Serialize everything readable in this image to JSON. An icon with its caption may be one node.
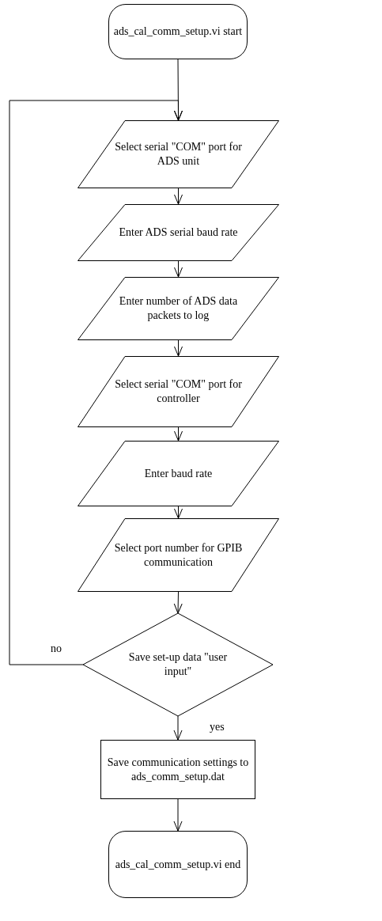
{
  "diagram": {
    "nodes": [
      {
        "text": [
          "ads_cal_comm_setup.vi start"
        ]
      },
      {
        "text": [
          "Select serial \"COM\" port for ADS unit"
        ]
      },
      {
        "text": [
          "Enter ADS serial baud rate"
        ]
      },
      {
        "text": [
          "Enter number of ADS data packets to log"
        ]
      },
      {
        "text": [
          "Select serial \"COM\" port for controller"
        ]
      },
      {
        "text": [
          "Enter baud rate"
        ]
      },
      {
        "text": [
          "Select port number for GPIB communication"
        ]
      },
      {
        "text": [
          "Save set-up data \"user input\""
        ]
      },
      {
        "text": [
          "Save communication settings to ads_comm_setup.dat"
        ]
      },
      {
        "text": [
          "ads_cal_comm_setup.vi end"
        ]
      }
    ],
    "edges": [
      {
        "from": 0,
        "to": 1,
        "arrow": "to"
      },
      {
        "from": 1,
        "to": 2,
        "arrow": "to"
      },
      {
        "from": 2,
        "to": 3,
        "arrow": "to"
      },
      {
        "from": 3,
        "to": 4,
        "arrow": "to"
      },
      {
        "from": 4,
        "to": 5,
        "arrow": "to"
      },
      {
        "from": 5,
        "to": 6,
        "arrow": "to"
      },
      {
        "from": 6,
        "to": 7,
        "arrow": "to"
      },
      {
        "from": 7,
        "to": 8,
        "arrow": "to",
        "label": "yes"
      },
      {
        "from": 7,
        "to": 1,
        "arrow": "to",
        "label": "no"
      },
      {
        "from": 8,
        "to": 9,
        "arrow": "to"
      }
    ]
  }
}
